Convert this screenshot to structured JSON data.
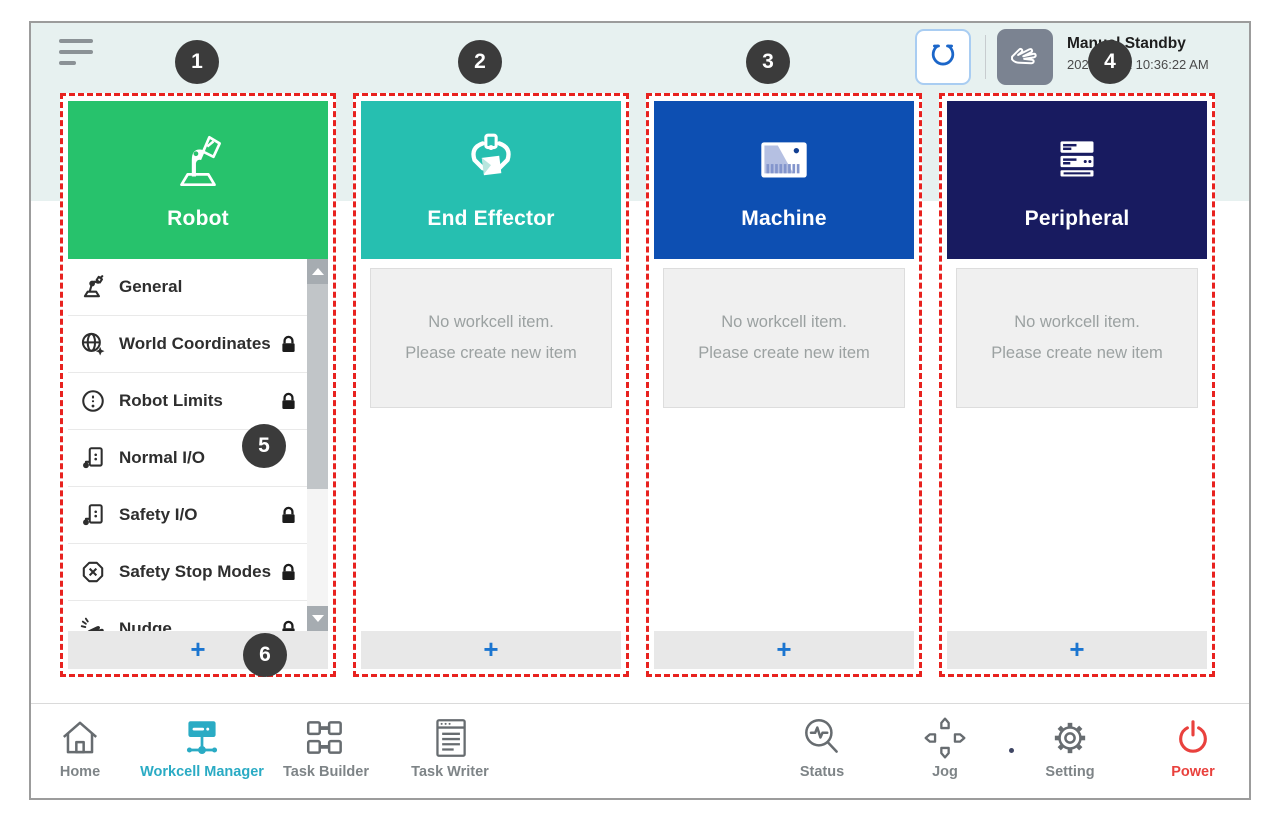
{
  "topbar": {
    "menu_icon": "hamburger-icon",
    "robot_mode_icon": "gripper-claw-icon",
    "manual_mode_icon": "hand-icon",
    "status_mode": "Manual Standby",
    "status_datetime": "2022.02.22 10:36:22 AM"
  },
  "badges": {
    "b1": "1",
    "b2": "2",
    "b3": "3",
    "b4": "4",
    "b5": "5",
    "b6": "6"
  },
  "workcell": {
    "empty_text_line1": "No workcell item.",
    "empty_text_line2": "Please create new item",
    "add_label": "+",
    "columns": [
      {
        "label": "Robot",
        "color": "#27c26c",
        "icon": "robot-arm-icon",
        "type": "list"
      },
      {
        "label": "End Effector",
        "color": "#26bfb0",
        "icon": "gripper-icon",
        "type": "empty"
      },
      {
        "label": "Machine",
        "color": "#0d4fb2",
        "icon": "machine-icon",
        "type": "empty"
      },
      {
        "label": "Peripheral",
        "color": "#181b60",
        "icon": "server-icon",
        "type": "empty"
      }
    ],
    "robot_items": [
      {
        "label": "General",
        "icon": "robot-arm-small-icon",
        "locked": false
      },
      {
        "label": "World Coordinates",
        "icon": "globe-icon",
        "locked": true
      },
      {
        "label": "Robot Limits",
        "icon": "alert-circle-icon",
        "locked": true
      },
      {
        "label": "Normal I/O",
        "icon": "io-port-icon",
        "locked": false
      },
      {
        "label": "Safety I/O",
        "icon": "io-port-icon",
        "locked": true
      },
      {
        "label": "Safety Stop Modes",
        "icon": "stop-octagon-icon",
        "locked": true
      },
      {
        "label": "Nudge",
        "icon": "nudge-hand-icon",
        "locked": true
      }
    ]
  },
  "nav": {
    "items": [
      {
        "label": "Home",
        "icon": "home-icon",
        "active": false,
        "danger": false
      },
      {
        "label": "Workcell Manager",
        "icon": "workcell-manager-icon",
        "active": true,
        "danger": false
      },
      {
        "label": "Task Builder",
        "icon": "task-builder-icon",
        "active": false,
        "danger": false
      },
      {
        "label": "Task Writer",
        "icon": "task-writer-icon",
        "active": false,
        "danger": false
      },
      {
        "label": "Status",
        "icon": "status-icon",
        "active": false,
        "danger": false
      },
      {
        "label": "Jog",
        "icon": "jog-icon",
        "active": false,
        "danger": false
      },
      {
        "label": "Setting",
        "icon": "setting-icon",
        "active": false,
        "danger": false
      },
      {
        "label": "Power",
        "icon": "power-icon",
        "active": false,
        "danger": true
      }
    ]
  },
  "colors": {
    "callout_dashed_border": "#e8221f",
    "badge_background": "#3b3b3b",
    "add_button_blue": "#1b75d0",
    "nav_active_teal": "#2aabc4",
    "power_red": "#e9413d",
    "top_band_mint": "#e7f1f0"
  }
}
